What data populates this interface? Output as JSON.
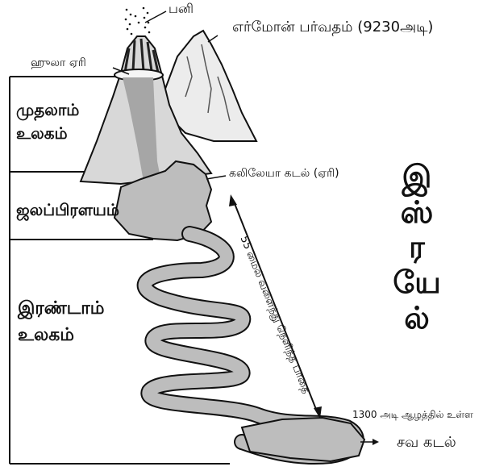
{
  "labels": {
    "snow": "பனி",
    "hermon": "எர்மோன் பர்வதம் (9230அடி)",
    "hula": "ஹுலா ஏரி",
    "galilee": "கலிலேயா கடல் (ஏரி)",
    "first_world": [
      "முதலாம்",
      "உலகம்"
    ],
    "baptism": "ஜலப்பிரளயம்",
    "second_world": [
      "இரண்டாம்",
      "உலகம்"
    ],
    "river_path": "55 மைல் வளைந்து நெளிந்த பாதை",
    "depth": "1300 அடி ஆழத்தில் உள்ள",
    "dead_sea": "சவ கடல்"
  },
  "vertical_title": [
    "இ",
    "ஸ்",
    "ர",
    "யே",
    "ல்"
  ],
  "colors": {
    "ink": "#111111",
    "water": "#bdbdbd",
    "mountain_light": "#e8e8e8",
    "mountain_shade": "#9a9a9a"
  }
}
